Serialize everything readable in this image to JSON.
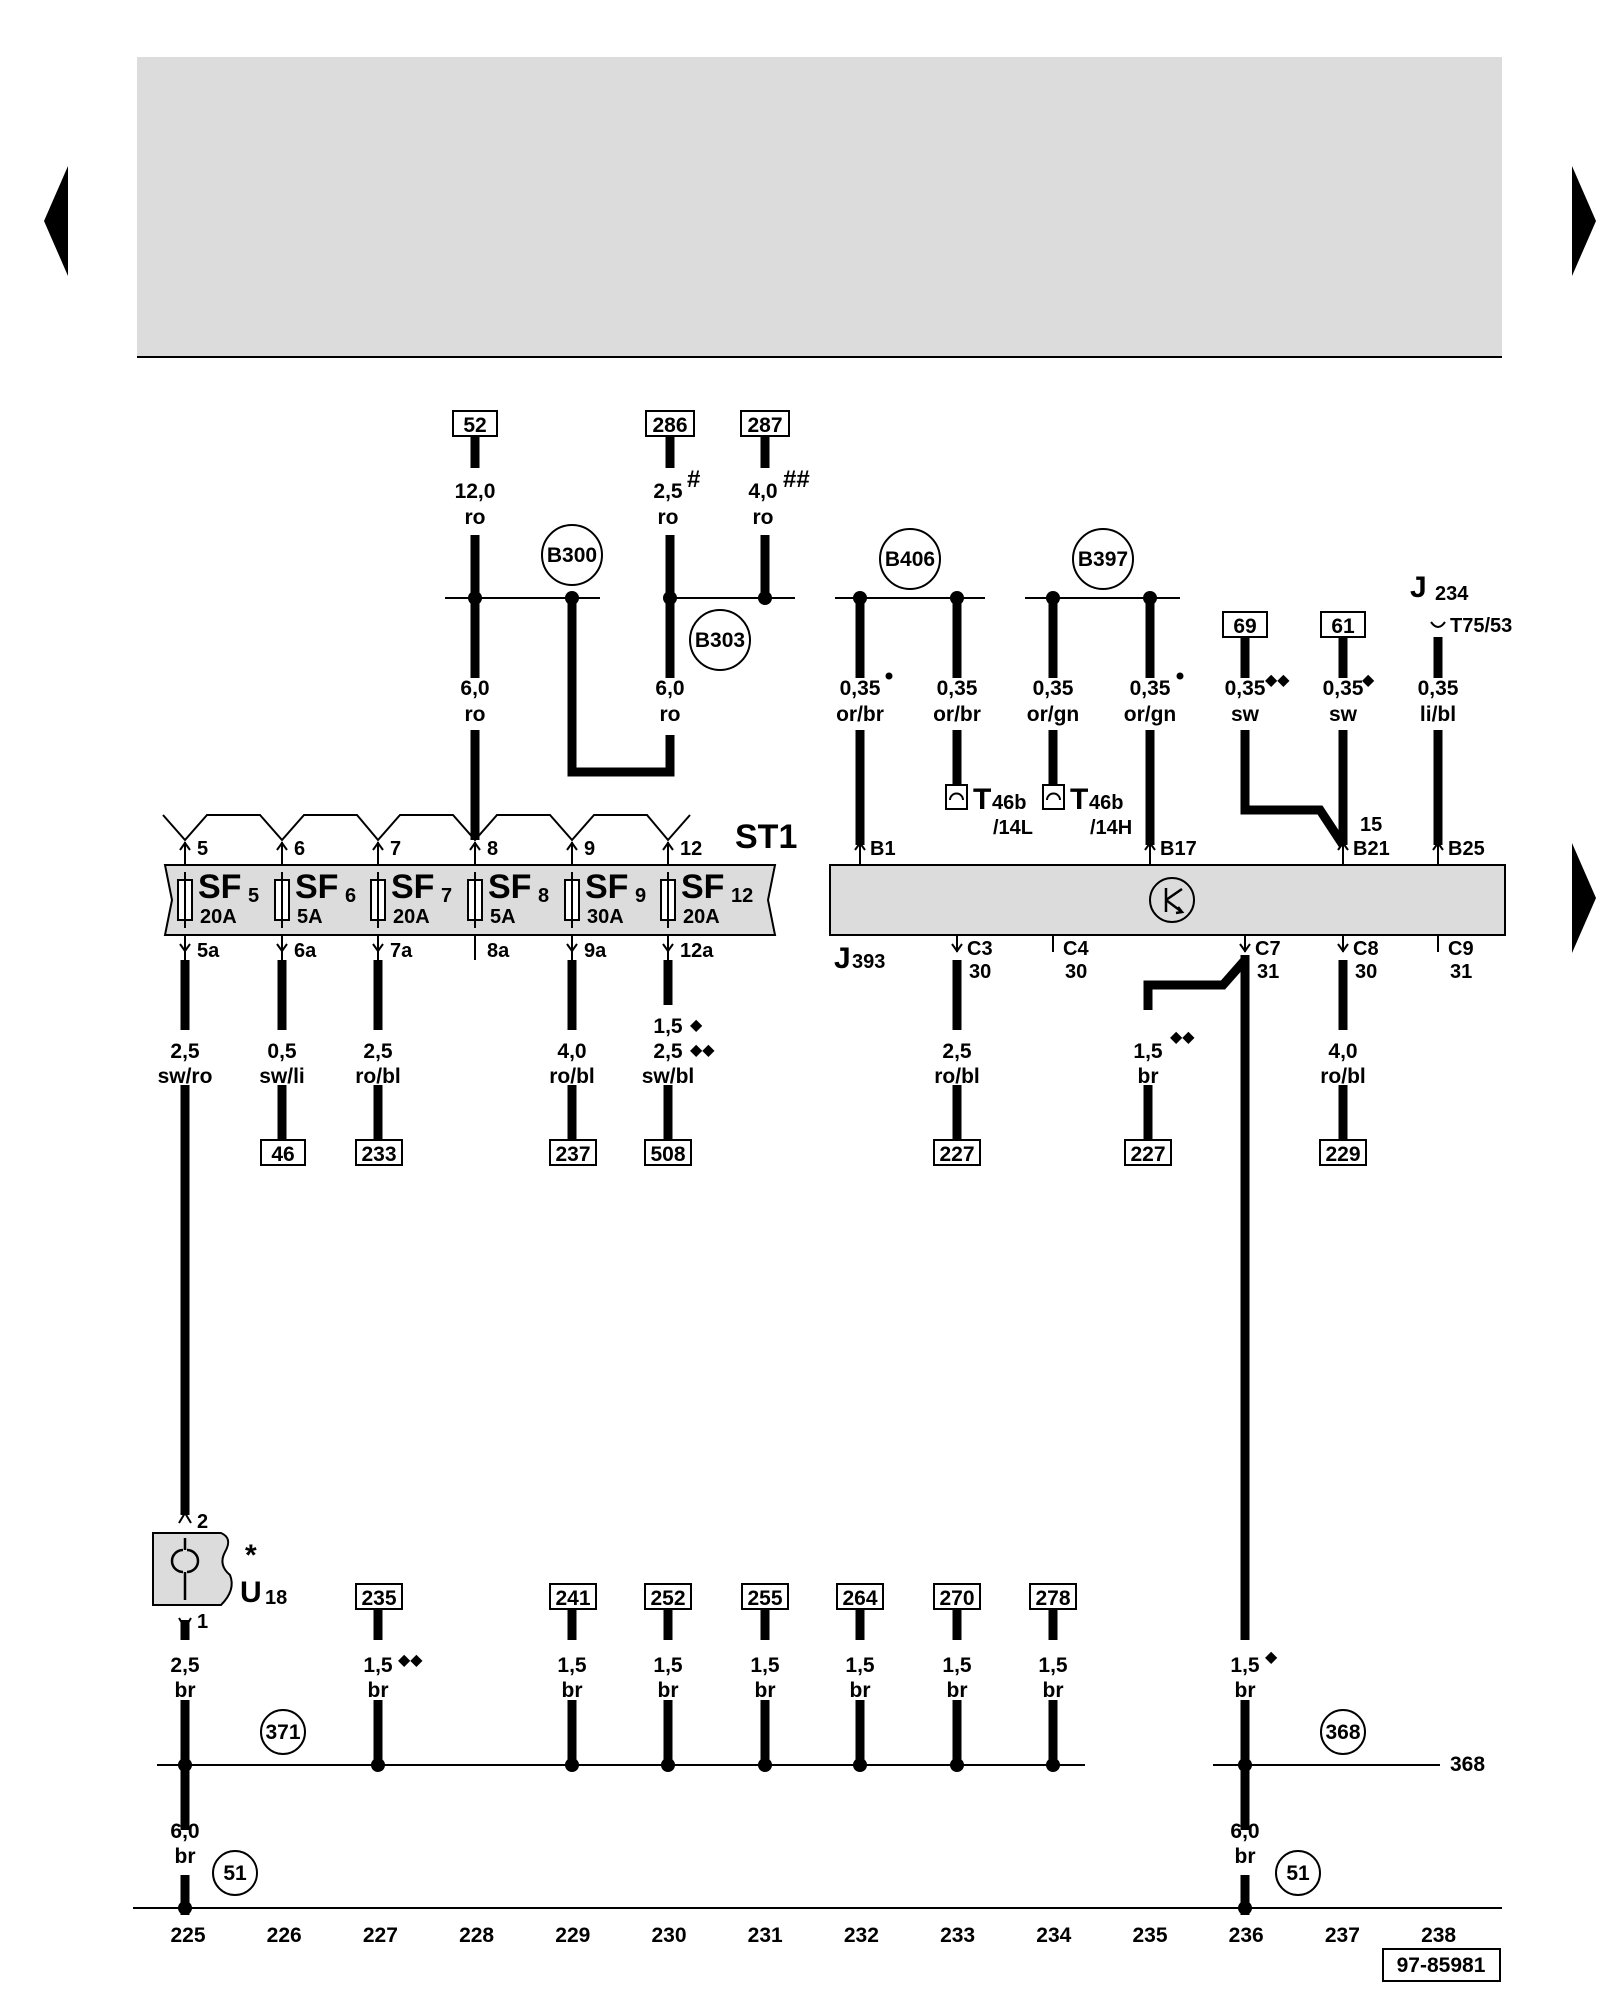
{
  "header_area": {
    "fill": "#dcdcdc"
  },
  "colors": {
    "wire": "#000000",
    "module_fill": "#dcdcdc"
  },
  "icons": {
    "nav_left": "triangle-left-icon",
    "nav_right_top": "triangle-right-icon",
    "nav_right_mid": "triangle-right-icon",
    "relay": "diode-relay-icon",
    "fuse": "fuse-icon",
    "connector": "connector-T46b-icon"
  },
  "top_refs": {
    "r52": "52",
    "r286": "286",
    "r287": "287",
    "r69": "69",
    "r61": "61"
  },
  "wire_labels": {
    "w52": [
      "12,0",
      "ro"
    ],
    "w286": [
      "2,5",
      "#",
      "ro"
    ],
    "w287": [
      "4,0",
      "##",
      "ro"
    ],
    "w8": [
      "6,0",
      "ro"
    ],
    "w303": [
      "6,0",
      "ro"
    ],
    "wB1": [
      "0,35",
      "or/br"
    ],
    "wB406b": [
      "0,35",
      "or/br"
    ],
    "wB397a": [
      "0,35",
      "or/gn"
    ],
    "wB17": [
      "0,35",
      "or/gn"
    ],
    "w69": [
      "0,35",
      "sw"
    ],
    "w61": [
      "0,35",
      "sw"
    ],
    "wB25": [
      "0,35",
      "li/bl"
    ],
    "w5a": [
      "2,5",
      "sw/ro"
    ],
    "w6a": [
      "0,5",
      "sw/li"
    ],
    "w7a": [
      "2,5",
      "ro/bl"
    ],
    "w9a": [
      "4,0",
      "ro/bl"
    ],
    "w12a": [
      "1,5",
      "2,5",
      "sw/bl"
    ],
    "wC3": [
      "2,5",
      "ro/bl"
    ],
    "wC7": [
      "1,5",
      "br"
    ],
    "wC8": [
      "4,0",
      "ro/bl"
    ],
    "wU1": [
      "2,5",
      "br"
    ],
    "w235": [
      "1,5",
      "br"
    ],
    "wbr": [
      "1,5",
      "br"
    ],
    "wC7b": [
      "1,5",
      "br"
    ],
    "wGnd": [
      "6,0",
      "br"
    ]
  },
  "circles": {
    "c300": "B300",
    "c303": "B303",
    "c406": "B406",
    "c397": "B397",
    "c371": "371",
    "c368": "368",
    "c51": "51"
  },
  "fuse_block": {
    "name": "ST1",
    "fuses": [
      {
        "label": "SF",
        "num": "5",
        "amp": "20A",
        "in": "5",
        "out": "5a"
      },
      {
        "label": "SF",
        "num": "6",
        "amp": "5A",
        "in": "6",
        "out": "6a"
      },
      {
        "label": "SF",
        "num": "7",
        "amp": "20A",
        "in": "7",
        "out": "7a"
      },
      {
        "label": "SF",
        "num": "8",
        "amp": "5A",
        "in": "8",
        "out": "8a"
      },
      {
        "label": "SF",
        "num": "9",
        "amp": "30A",
        "in": "9",
        "out": "9a"
      },
      {
        "label": "SF",
        "num": "12",
        "amp": "20A",
        "in": "12",
        "out": "12a"
      }
    ]
  },
  "module": {
    "name": "J",
    "sub": "393",
    "pins_top": [
      "B1",
      "B17",
      "B21",
      "B25"
    ],
    "pin15": "15",
    "pins_bottom": [
      {
        "pin": "C3",
        "term": "30"
      },
      {
        "pin": "C4",
        "term": "30"
      },
      {
        "pin": "C7",
        "term": "31"
      },
      {
        "pin": "C8",
        "term": "30"
      },
      {
        "pin": "C9",
        "term": "31"
      }
    ]
  },
  "j234": {
    "name": "J",
    "sub": "234",
    "pin": "T75/53"
  },
  "t46b": [
    {
      "name": "T",
      "sub": "46b",
      "pin": "/14L"
    },
    {
      "name": "T",
      "sub": "46b",
      "pin": "/14H"
    }
  ],
  "bottom_refs_row1": {
    "r46": "46",
    "r233": "233",
    "r237": "237",
    "r508": "508",
    "r227a": "227",
    "r227b": "227",
    "r229": "229"
  },
  "bottom_refs_row2": [
    "235",
    "241",
    "252",
    "255",
    "264",
    "270",
    "278"
  ],
  "relay_u18": {
    "name": "U",
    "sub": "18",
    "star": "*",
    "pin_top": "2",
    "pin_bottom": "1"
  },
  "rail_right_ref": "368",
  "column_numbers": [
    "225",
    "226",
    "227",
    "228",
    "229",
    "230",
    "231",
    "232",
    "233",
    "234",
    "235",
    "236",
    "237",
    "238"
  ],
  "doc_id": "97-85981",
  "markers": {
    "dia1": "◆",
    "dia2": "◆◆"
  }
}
